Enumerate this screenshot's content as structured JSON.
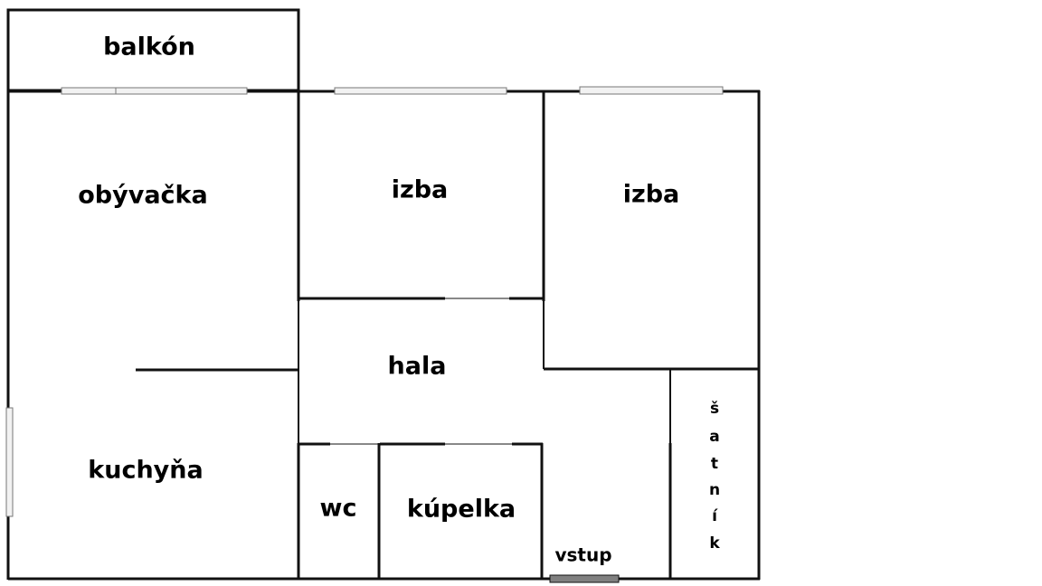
{
  "colors": {
    "wall": "#111111",
    "window_fill": "#f2f2f2",
    "window_stroke": "#777777",
    "entrance_fill": "#808080"
  },
  "rooms": {
    "balcony": "balkón",
    "living_room": "obývačka",
    "room_1": "izba",
    "room_2": "izba",
    "hall": "hala",
    "kitchen": "kuchyňa",
    "wc": "wc",
    "bathroom": "kúpelka",
    "entrance": "vstup",
    "wardrobe_letters": [
      "š",
      "a",
      "t",
      "n",
      "í",
      "k"
    ]
  }
}
